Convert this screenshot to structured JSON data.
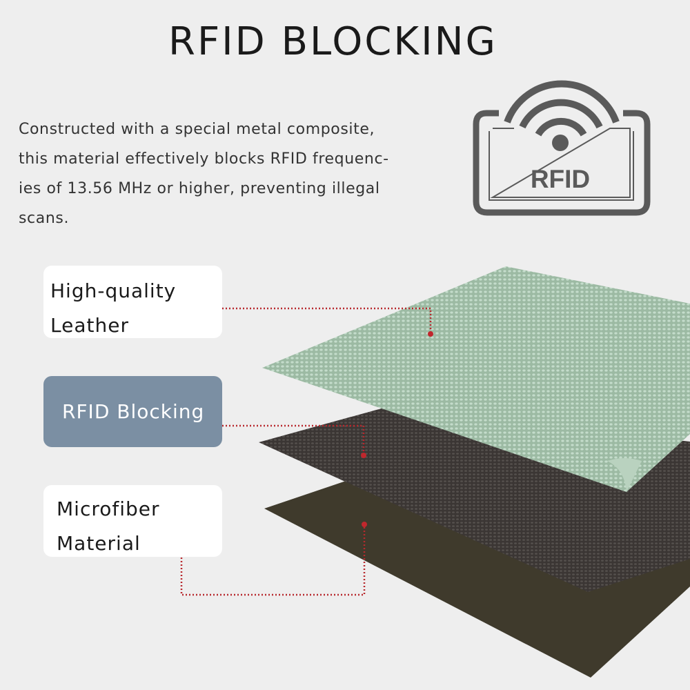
{
  "title": "RFID BLOCKING",
  "description_lines": [
    "Constructed with a special metal composite,",
    "this material effectively blocks RFID frequenc-",
    "ies of 13.56 MHz or higher, preventing illegal",
    "scans."
  ],
  "badge": {
    "text": "RFID",
    "icon": "rfid-wireless-icon",
    "color": "#5a5a5a"
  },
  "layers": [
    {
      "lines": [
        "High-quality",
        "Leather"
      ],
      "color": "#9ab8a0"
    },
    {
      "lines": [
        "RFID Blocking"
      ],
      "color": "#3a3533",
      "highlight": "#7b8fa3"
    },
    {
      "lines": [
        "Microfiber",
        "Material"
      ],
      "color": "#3f3a2c"
    }
  ],
  "accent": "#c0272d"
}
